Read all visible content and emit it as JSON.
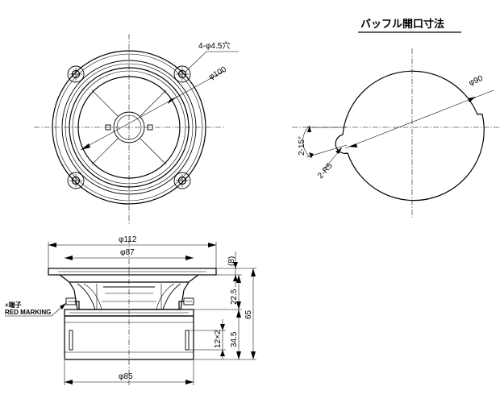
{
  "baffle_title": "バッフル開口寸法",
  "front_view": {
    "hole_label": "4-φ4.5穴",
    "pcd_label": "φ100"
  },
  "cutout_view": {
    "diameter_label": "φ90",
    "angle_label": "2-15°",
    "notch_radius_label": "2-R5"
  },
  "side_view": {
    "overall_diameter_label": "φ112",
    "frame_diameter_label": "φ87",
    "magnet_diameter_label": "φ85",
    "flange_label": "(8)",
    "frame_depth_label": "22.5",
    "magnet_depth_label": "34.5",
    "total_depth_label": "65",
    "slot_label": "12×2",
    "terminal_label_jp": "+端子",
    "terminal_label_en": "RED MARKING"
  }
}
